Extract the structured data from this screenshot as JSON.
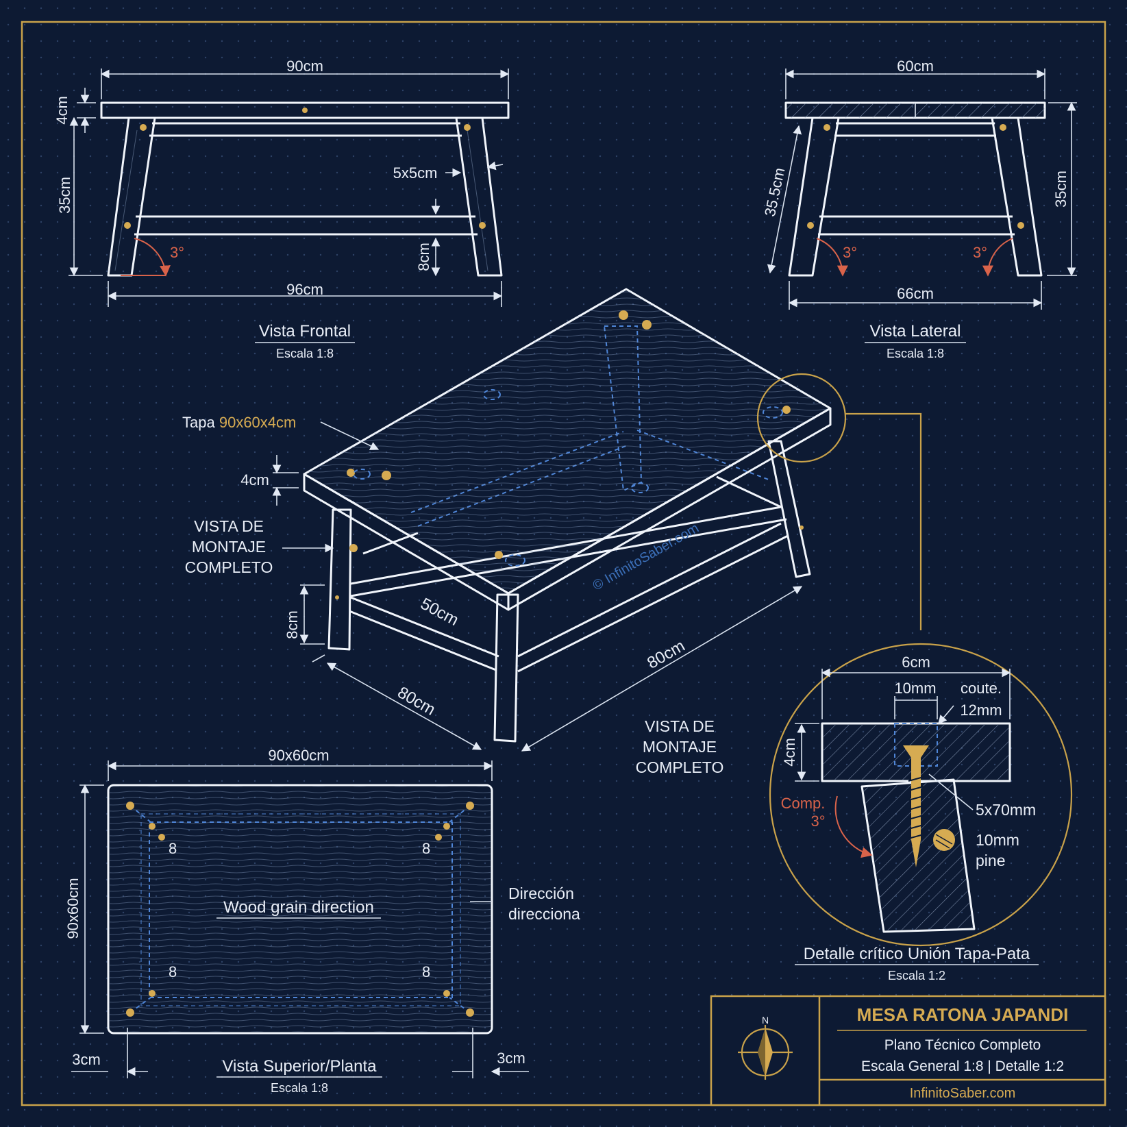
{
  "title_block": {
    "title": "MESA RATONA JAPANDI",
    "subtitle": "Plano Técnico Completo",
    "scale": "Escala General 1:8 | Detalle 1:2",
    "website": "InfinitoSaber.com",
    "north": "N"
  },
  "front_view": {
    "title": "Vista Frontal",
    "scale": "Escala 1:8",
    "dim_top": "90cm",
    "dim_bottom": "96cm",
    "dim_thickness": "4cm",
    "dim_height": "35cm",
    "dim_leg": "5x5cm",
    "dim_stretcher": "8cm",
    "angle": "3°"
  },
  "side_view": {
    "title": "Vista Lateral",
    "scale": "Escala 1:8",
    "dim_top": "60cm",
    "dim_bottom": "66cm",
    "dim_leg": "35.5cm",
    "dim_height": "35cm",
    "angle_left": "3°",
    "angle_right": "3°"
  },
  "iso_view": {
    "label_top": "Tapa",
    "label_top_dim": "90x60x4cm",
    "dim_thickness": "4cm",
    "assembly_left": [
      "VISTA DE",
      "MONTAJE",
      "COMPLETO"
    ],
    "dim_stretcher": "8cm",
    "dim_inner": "50cm",
    "dim_front": "80cm",
    "dim_side": "80cm",
    "assembly_right": [
      "VISTA DE",
      "MONTAJE",
      "COMPLETO"
    ],
    "watermark": "© InfinitoSaber.com"
  },
  "plan_view": {
    "title": "Vista Superior/Planta",
    "scale": "Escala 1:8",
    "dim_top": "90x60cm",
    "dim_left": "90x60cm",
    "dim_margin_left": "3cm",
    "dim_margin_right": "3cm",
    "grain_label": "Wood grain direction",
    "direction_label": [
      "Dirección",
      "direcciona"
    ],
    "screw_marks": [
      "8",
      "8",
      "8",
      "8"
    ]
  },
  "detail": {
    "title": "Detalle crítico Unión Tapa-Pata",
    "scale": "Escala 1:2",
    "dim_width": "6cm",
    "dim_hole": "10mm",
    "dim_counter": [
      "coute.",
      "12mm"
    ],
    "dim_thickness": "4cm",
    "comp_label": [
      "Comp.",
      "3°"
    ],
    "screw": "5x70mm",
    "dowel": [
      "10mm",
      "pine"
    ]
  }
}
